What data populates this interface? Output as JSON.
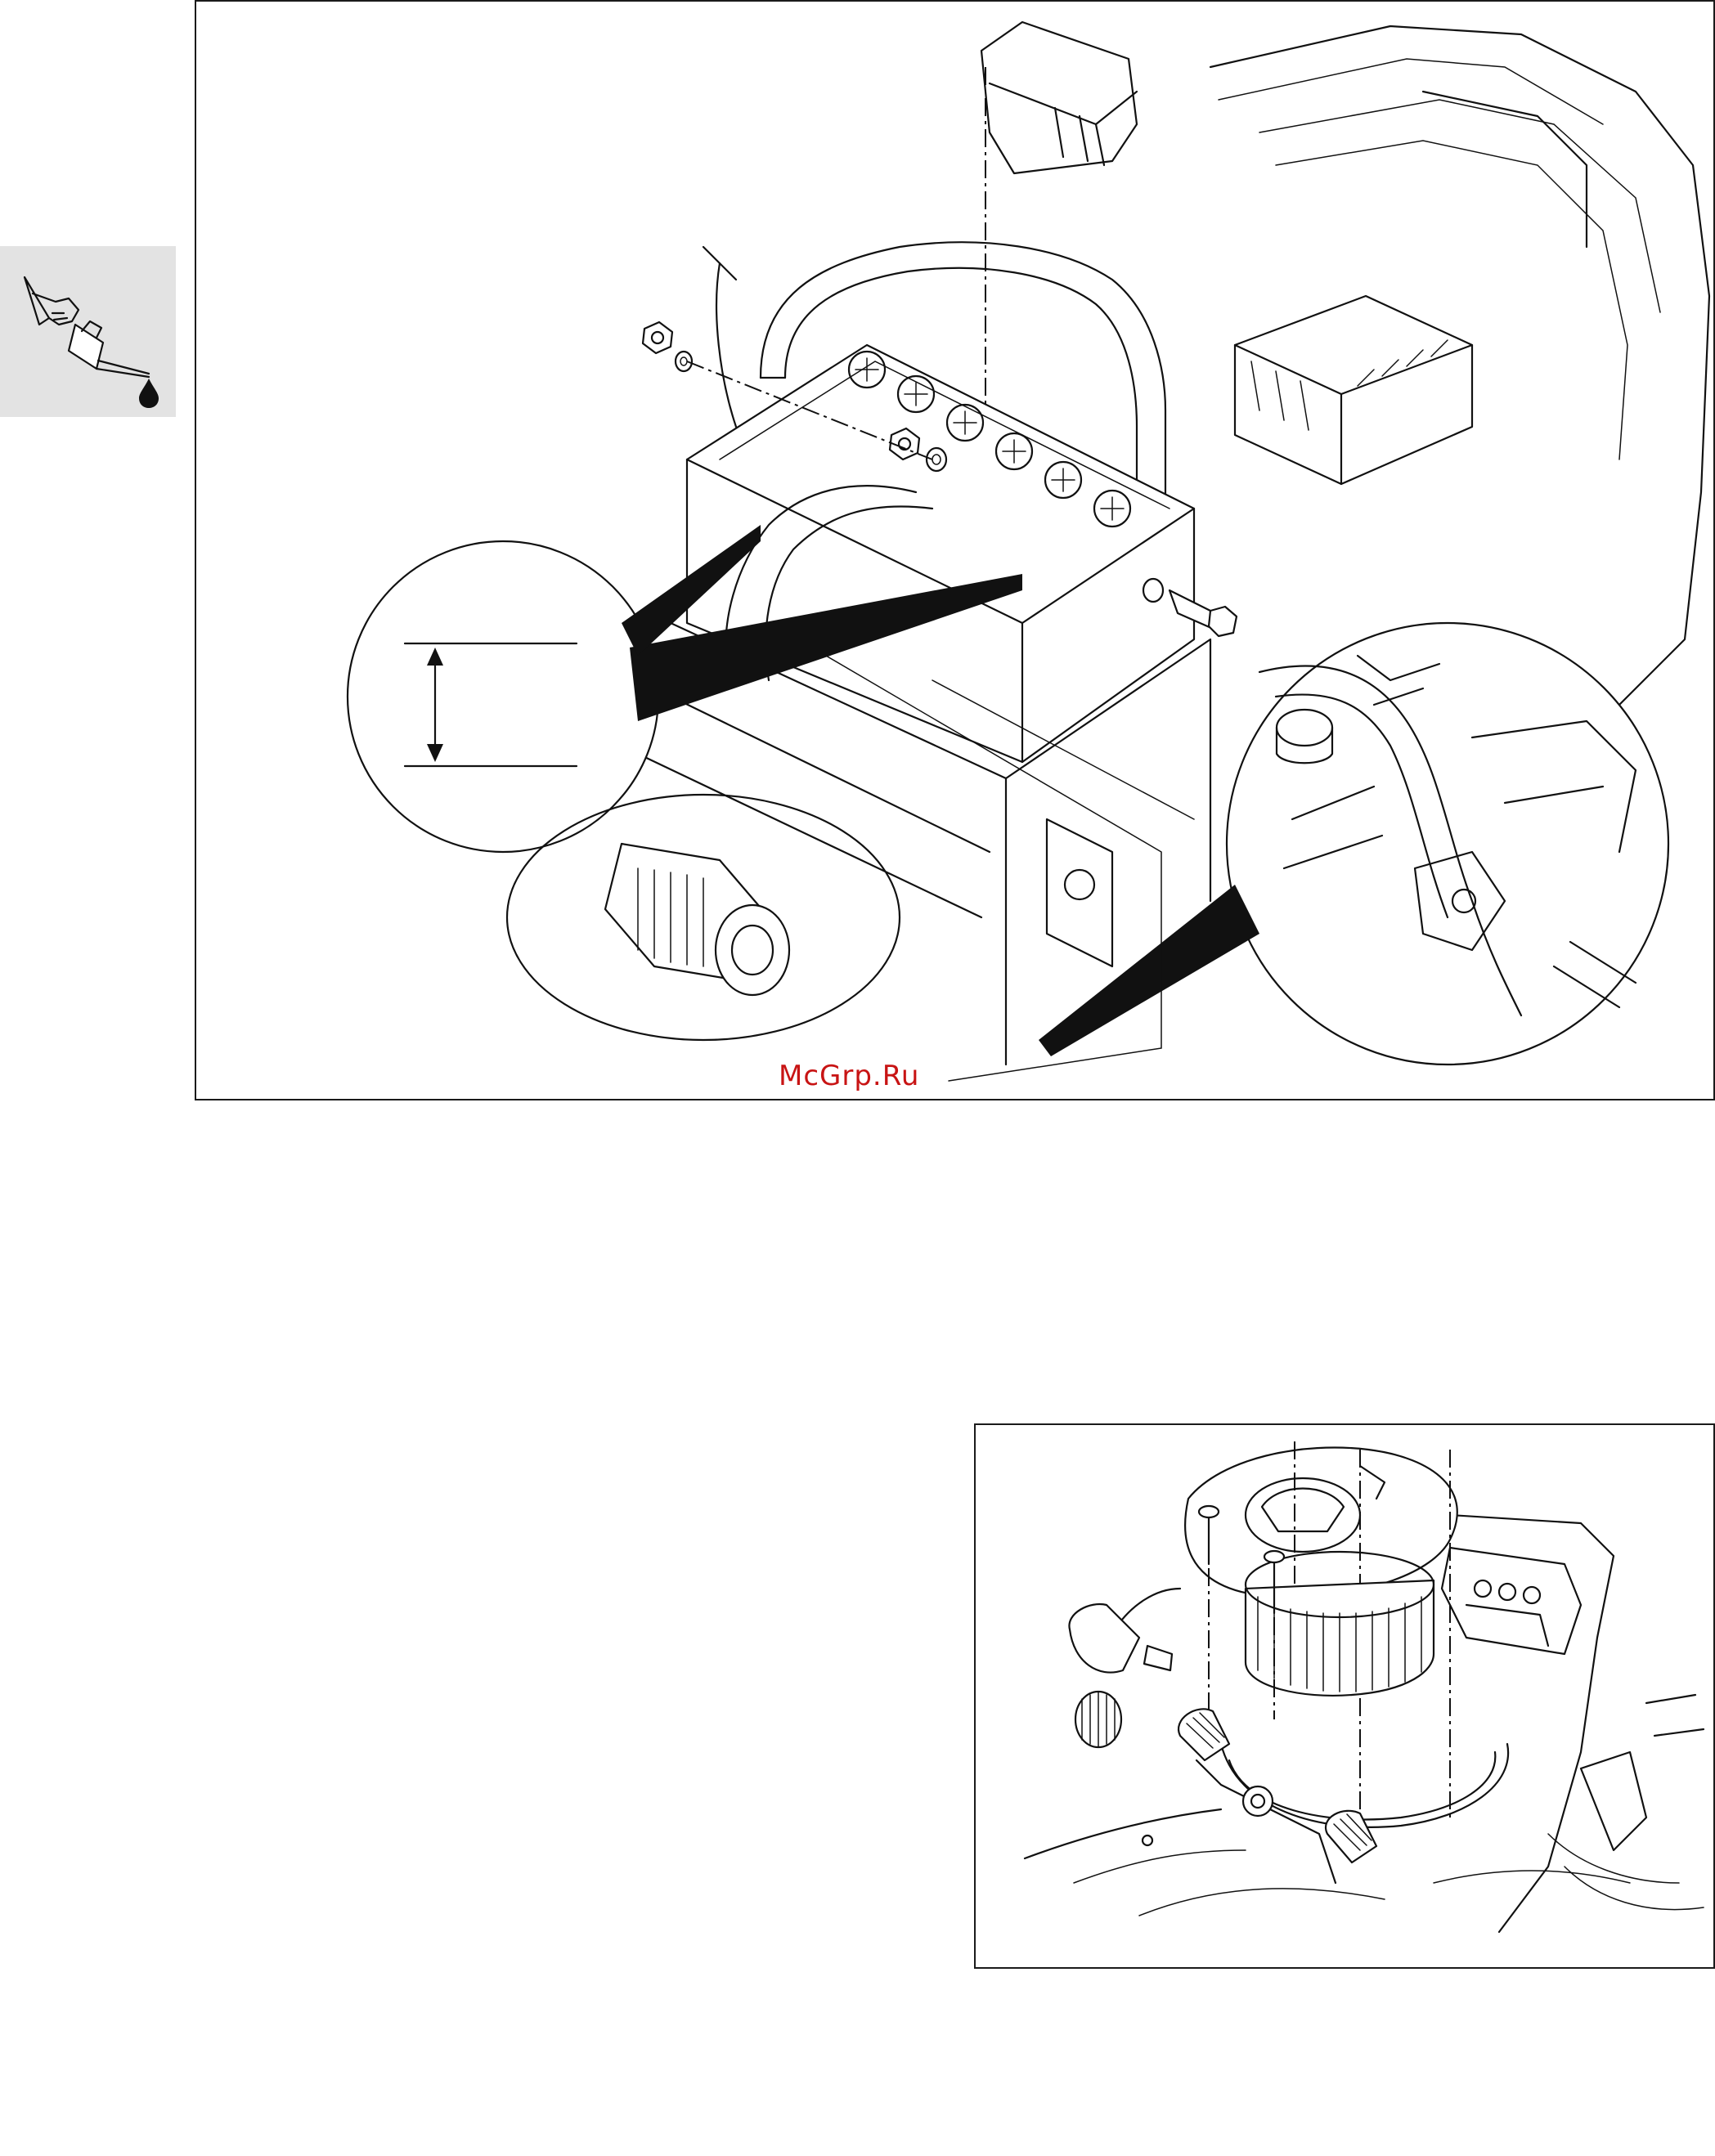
{
  "page": {
    "watermark": "McGrp.Ru"
  },
  "sidebar": {
    "icon": "oil-can-lubrication-icon"
  },
  "figures": [
    {
      "name": "battery-installation-diagram"
    },
    {
      "name": "blower-motor-installation-diagram"
    }
  ],
  "colors": {
    "ink": "#111111",
    "sidebar_bg": "#e3e3e3",
    "watermark": "#c81414"
  }
}
